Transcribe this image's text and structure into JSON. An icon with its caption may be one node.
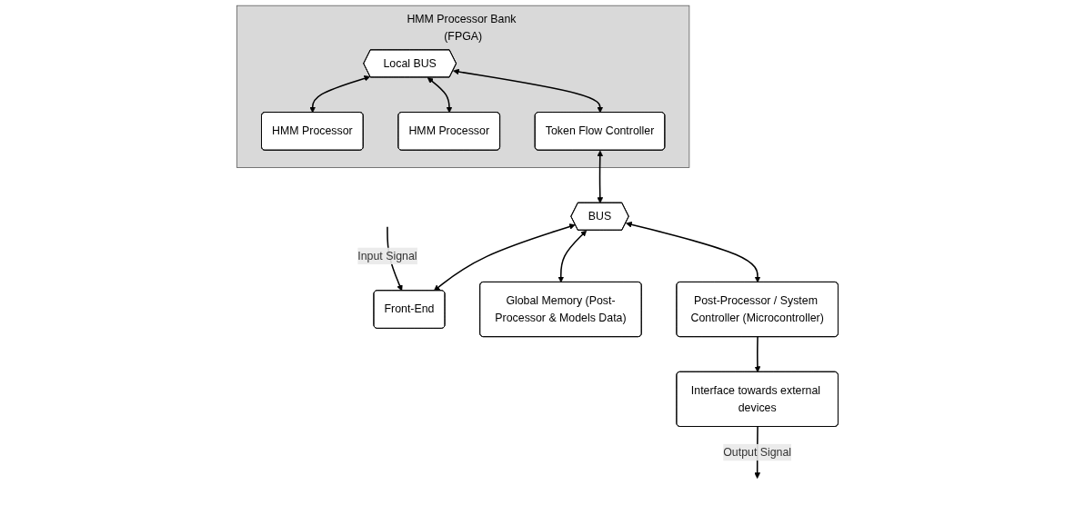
{
  "diagram": {
    "nodes": [
      {
        "text": [
          "HMM Processor Bank (FPGA)"
        ]
      },
      {
        "text": [
          "Local BUS"
        ],
        "in": 0
      },
      {
        "text": [
          "HMM Processor"
        ],
        "in": 0
      },
      {
        "text": [
          "HMM Processor"
        ],
        "in": 0
      },
      {
        "text": [
          "Token Flow Controller"
        ],
        "in": 0
      },
      {
        "text": [
          "BUS"
        ]
      },
      {
        "text": [
          "Front-End"
        ]
      },
      {
        "text": [
          "Global Memory (Post-Processor & Models Data)"
        ]
      },
      {
        "text": [
          "Post-Processor / System Controller (Microcontroller)"
        ]
      },
      {
        "text": [
          "Interface towards external devices"
        ]
      }
    ],
    "edges": [
      {
        "from": 1,
        "to": 2,
        "arrow": "both"
      },
      {
        "from": 1,
        "to": 3,
        "arrow": "both"
      },
      {
        "from": 1,
        "to": 4,
        "arrow": "both"
      },
      {
        "from": 4,
        "to": 5,
        "arrow": "both"
      },
      {
        "from": 5,
        "to": 6,
        "arrow": "both"
      },
      {
        "from": 5,
        "to": 7,
        "arrow": "both"
      },
      {
        "from": 5,
        "to": 8,
        "arrow": "both"
      },
      {
        "from": 8,
        "to": 9,
        "arrow": "to"
      },
      {
        "from": null,
        "to": 6,
        "arrow": "to",
        "label": "Input Signal"
      },
      {
        "from": 9,
        "to": null,
        "arrow": "to",
        "label": "Output Signal"
      }
    ]
  }
}
